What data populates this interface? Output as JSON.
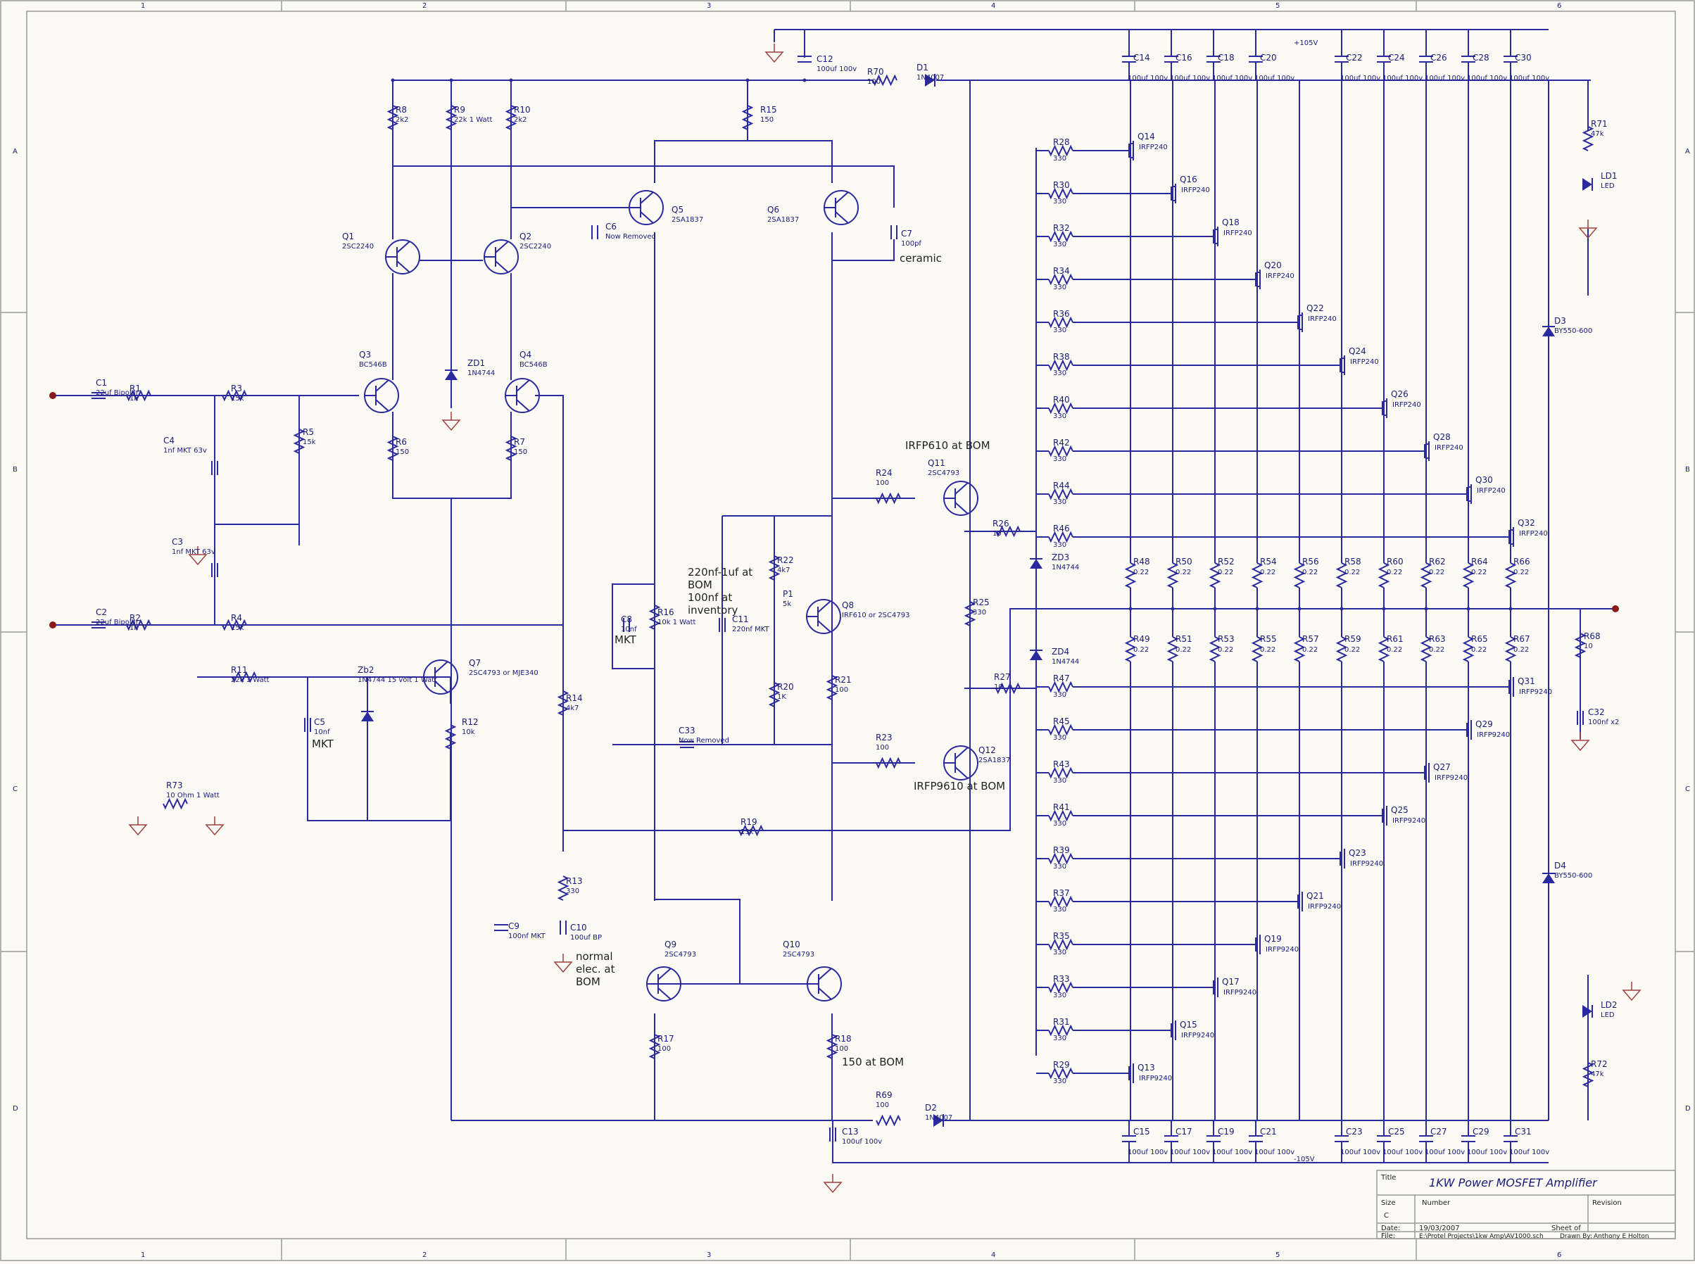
{
  "title_block": {
    "title_label": "Title",
    "title": "1KW Power MOSFET Amplifier",
    "size_label": "Size",
    "size": "C",
    "number_label": "Number",
    "revision_label": "Revision",
    "date_label": "Date:",
    "date": "19/03/2007",
    "sheet_label": "Sheet   of",
    "file_label": "File:",
    "file": "E:\\Protel Projects\\1kw Amp\\AV1000.sch",
    "drawn_label": "Drawn By:",
    "drawn_by": "Anthony E Holton"
  },
  "border": {
    "columns": [
      "1",
      "2",
      "3",
      "4",
      "5",
      "6"
    ],
    "rows": [
      "A",
      "B",
      "C",
      "D"
    ]
  },
  "rails": {
    "positive": "+105V",
    "negative": "-105V"
  },
  "notes": [
    {
      "id": "ceramic",
      "text": "ceramic"
    },
    {
      "id": "irfp610",
      "text": "IRFP610 at BOM"
    },
    {
      "id": "irfp9610",
      "text": "IRFP9610 at BOM"
    },
    {
      "id": "c11a",
      "text": "220nf-1uf at"
    },
    {
      "id": "c11b",
      "text": "BOM"
    },
    {
      "id": "c11c",
      "text": "100nf at"
    },
    {
      "id": "c11d",
      "text": "inventory"
    },
    {
      "id": "c8mkt",
      "text": "MKT"
    },
    {
      "id": "c5mkt",
      "text": "MKT"
    },
    {
      "id": "c10a",
      "text": "normal"
    },
    {
      "id": "c10b",
      "text": "elec. at"
    },
    {
      "id": "c10c",
      "text": "BOM"
    },
    {
      "id": "r18bom",
      "text": "150 at BOM"
    }
  ],
  "components": [
    {
      "id": "C1",
      "ref": "C1",
      "value": "22uf Bipolar"
    },
    {
      "id": "C2",
      "ref": "C2",
      "value": "22uf Bipolar"
    },
    {
      "id": "R1",
      "ref": "R1",
      "value": "1k"
    },
    {
      "id": "R2",
      "ref": "R2",
      "value": "1k"
    },
    {
      "id": "R3",
      "ref": "R3",
      "value": "15k"
    },
    {
      "id": "R4",
      "ref": "R4",
      "value": "15k"
    },
    {
      "id": "R5",
      "ref": "R5",
      "value": "15k"
    },
    {
      "id": "C4",
      "ref": "C4",
      "value": "1nf MKT 63v"
    },
    {
      "id": "C3",
      "ref": "C3",
      "value": "1nf MKT 63v"
    },
    {
      "id": "R8",
      "ref": "R8",
      "value": "2k2"
    },
    {
      "id": "R9",
      "ref": "R9",
      "value": "22k 1 Watt"
    },
    {
      "id": "R10",
      "ref": "R10",
      "value": "2k2"
    },
    {
      "id": "Q1",
      "ref": "Q1",
      "value": "2SC2240"
    },
    {
      "id": "Q2",
      "ref": "Q2",
      "value": "2SC2240"
    },
    {
      "id": "Q3",
      "ref": "Q3",
      "value": "BC546B"
    },
    {
      "id": "Q4",
      "ref": "Q4",
      "value": "BC546B"
    },
    {
      "id": "ZD1",
      "ref": "ZD1",
      "value": "1N4744"
    },
    {
      "id": "R6",
      "ref": "R6",
      "value": "150"
    },
    {
      "id": "R7",
      "ref": "R7",
      "value": "150"
    },
    {
      "id": "R15",
      "ref": "R15",
      "value": "150"
    },
    {
      "id": "Q5",
      "ref": "Q5",
      "value": "2SA1837"
    },
    {
      "id": "Q6",
      "ref": "Q6",
      "value": "2SA1837"
    },
    {
      "id": "C6",
      "ref": "C6",
      "value": "Now Removed"
    },
    {
      "id": "C7",
      "ref": "C7",
      "value": "100pf"
    },
    {
      "id": "C12",
      "ref": "C12",
      "value": "100uf 100v"
    },
    {
      "id": "R70",
      "ref": "R70",
      "value": "100"
    },
    {
      "id": "D1",
      "ref": "D1",
      "value": "1N4007"
    },
    {
      "id": "R11",
      "ref": "R11",
      "value": "22k 1 Watt"
    },
    {
      "id": "ZD2",
      "ref": "Zb2",
      "value": "1N4744 15 volt 1 Watt"
    },
    {
      "id": "C5",
      "ref": "C5",
      "value": "10nf"
    },
    {
      "id": "Q7",
      "ref": "Q7",
      "value": "2SC4793 or MJE340"
    },
    {
      "id": "R12",
      "ref": "R12",
      "value": "10k"
    },
    {
      "id": "R73",
      "ref": "R73",
      "value": "10 Ohm 1 Watt"
    },
    {
      "id": "R14",
      "ref": "R14",
      "value": "4k7"
    },
    {
      "id": "R13",
      "ref": "R13",
      "value": "330"
    },
    {
      "id": "C9",
      "ref": "C9",
      "value": "100nf MKT"
    },
    {
      "id": "C10",
      "ref": "C10",
      "value": "100uf BP"
    },
    {
      "id": "C8",
      "ref": "C8",
      "value": "10nf"
    },
    {
      "id": "R16",
      "ref": "R16",
      "value": "10k 1 Watt"
    },
    {
      "id": "C11",
      "ref": "C11",
      "value": "220nf MKT"
    },
    {
      "id": "R22",
      "ref": "R22",
      "value": "4k7"
    },
    {
      "id": "P1",
      "ref": "P1",
      "value": "5k"
    },
    {
      "id": "R20",
      "ref": "R20",
      "value": "1K"
    },
    {
      "id": "Q8",
      "ref": "Q8",
      "value": "IRF610 or 2SC4793"
    },
    {
      "id": "R21",
      "ref": "R21",
      "value": "100"
    },
    {
      "id": "C33",
      "ref": "C33",
      "value": "Now Removed"
    },
    {
      "id": "R24",
      "ref": "R24",
      "value": "100"
    },
    {
      "id": "Q11",
      "ref": "Q11",
      "value": "2SC4793"
    },
    {
      "id": "R26",
      "ref": "R26",
      "value": "10"
    },
    {
      "id": "R25",
      "ref": "R25",
      "value": "330"
    },
    {
      "id": "R27",
      "ref": "R27",
      "value": "10"
    },
    {
      "id": "R23",
      "ref": "R23",
      "value": "100"
    },
    {
      "id": "Q12",
      "ref": "Q12",
      "value": "2SA1837"
    },
    {
      "id": "R19",
      "ref": "R19",
      "value": "15k"
    },
    {
      "id": "Q9",
      "ref": "Q9",
      "value": "2SC4793"
    },
    {
      "id": "Q10",
      "ref": "Q10",
      "value": "2SC4793"
    },
    {
      "id": "R17",
      "ref": "R17",
      "value": "100"
    },
    {
      "id": "R18",
      "ref": "R18",
      "value": "100"
    },
    {
      "id": "R69",
      "ref": "R69",
      "value": "100"
    },
    {
      "id": "D2",
      "ref": "D2",
      "value": "1N4007"
    },
    {
      "id": "C13",
      "ref": "C13",
      "value": "100uf 100v"
    },
    {
      "id": "ZD3",
      "ref": "ZD3",
      "value": "1N4744"
    },
    {
      "id": "ZD4",
      "ref": "ZD4",
      "value": "1N4744"
    },
    {
      "id": "R71",
      "ref": "R71",
      "value": "47k"
    },
    {
      "id": "LD1",
      "ref": "LD1",
      "value": "LED"
    },
    {
      "id": "D3",
      "ref": "D3",
      "value": "BY550-600"
    },
    {
      "id": "D4",
      "ref": "D4",
      "value": "BY550-600"
    },
    {
      "id": "LD2",
      "ref": "LD2",
      "value": "LED"
    },
    {
      "id": "R72",
      "ref": "R72",
      "value": "47k"
    },
    {
      "id": "R68",
      "ref": "R68",
      "value": "10"
    },
    {
      "id": "C32",
      "ref": "C32",
      "value": "100nf x2"
    }
  ],
  "output_stage": {
    "top_caps": [
      {
        "ref": "C14",
        "value": "100uf 100v"
      },
      {
        "ref": "C16",
        "value": "100uf 100v"
      },
      {
        "ref": "C18",
        "value": "100uf 100v"
      },
      {
        "ref": "C20",
        "value": "100uf 100v"
      },
      {
        "ref": "C22",
        "value": "100uf 100v"
      },
      {
        "ref": "C24",
        "value": "100uf 100v"
      },
      {
        "ref": "C26",
        "value": "100uf 100v"
      },
      {
        "ref": "C28",
        "value": "100uf 100v"
      },
      {
        "ref": "C30",
        "value": "100uf 100v"
      }
    ],
    "bottom_caps": [
      {
        "ref": "C15",
        "value": "100uf 100v"
      },
      {
        "ref": "C17",
        "value": "100uf 100v"
      },
      {
        "ref": "C19",
        "value": "100uf 100v"
      },
      {
        "ref": "C21",
        "value": "100uf 100v"
      },
      {
        "ref": "C23",
        "value": "100uf 100v"
      },
      {
        "ref": "C25",
        "value": "100uf 100v"
      },
      {
        "ref": "C27",
        "value": "100uf 100v"
      },
      {
        "ref": "C29",
        "value": "100uf 100v"
      },
      {
        "ref": "C31",
        "value": "100uf 100v"
      }
    ],
    "upper_fets": [
      {
        "gate_r": "R28",
        "fet": "Q14",
        "type": "IRFP240"
      },
      {
        "gate_r": "R30",
        "fet": "Q16",
        "type": "IRFP240"
      },
      {
        "gate_r": "R32",
        "fet": "Q18",
        "type": "IRFP240"
      },
      {
        "gate_r": "R34",
        "fet": "Q20",
        "type": "IRFP240"
      },
      {
        "gate_r": "R36",
        "fet": "Q22",
        "type": "IRFP240"
      },
      {
        "gate_r": "R38",
        "fet": "Q24",
        "type": "IRFP240"
      },
      {
        "gate_r": "R40",
        "fet": "Q26",
        "type": "IRFP240"
      },
      {
        "gate_r": "R42",
        "fet": "Q28",
        "type": "IRFP240"
      },
      {
        "gate_r": "R44",
        "fet": "Q30",
        "type": "IRFP240"
      },
      {
        "gate_r": "R46",
        "fet": "Q32",
        "type": "IRFP240"
      }
    ],
    "lower_fets": [
      {
        "gate_r": "R47",
        "fet": "Q31",
        "type": "IRFP9240"
      },
      {
        "gate_r": "R45",
        "fet": "Q29",
        "type": "IRFP9240"
      },
      {
        "gate_r": "R43",
        "fet": "Q27",
        "type": "IRFP9240"
      },
      {
        "gate_r": "R41",
        "fet": "Q25",
        "type": "IRFP9240"
      },
      {
        "gate_r": "R39",
        "fet": "Q23",
        "type": "IRFP9240"
      },
      {
        "gate_r": "R37",
        "fet": "Q21",
        "type": "IRFP9240"
      },
      {
        "gate_r": "R35",
        "fet": "Q19",
        "type": "IRFP9240"
      },
      {
        "gate_r": "R33",
        "fet": "Q17",
        "type": "IRFP9240"
      },
      {
        "gate_r": "R31",
        "fet": "Q15",
        "type": "IRFP9240"
      },
      {
        "gate_r": "R29",
        "fet": "Q13",
        "type": "IRFP9240"
      }
    ],
    "gate_value": "330",
    "source_upper": [
      "R48",
      "R50",
      "R52",
      "R54",
      "R56",
      "R58",
      "R60",
      "R62",
      "R64",
      "R66"
    ],
    "source_lower": [
      "R49",
      "R51",
      "R53",
      "R55",
      "R57",
      "R59",
      "R61",
      "R63",
      "R65",
      "R67"
    ],
    "source_value": "0.22"
  }
}
